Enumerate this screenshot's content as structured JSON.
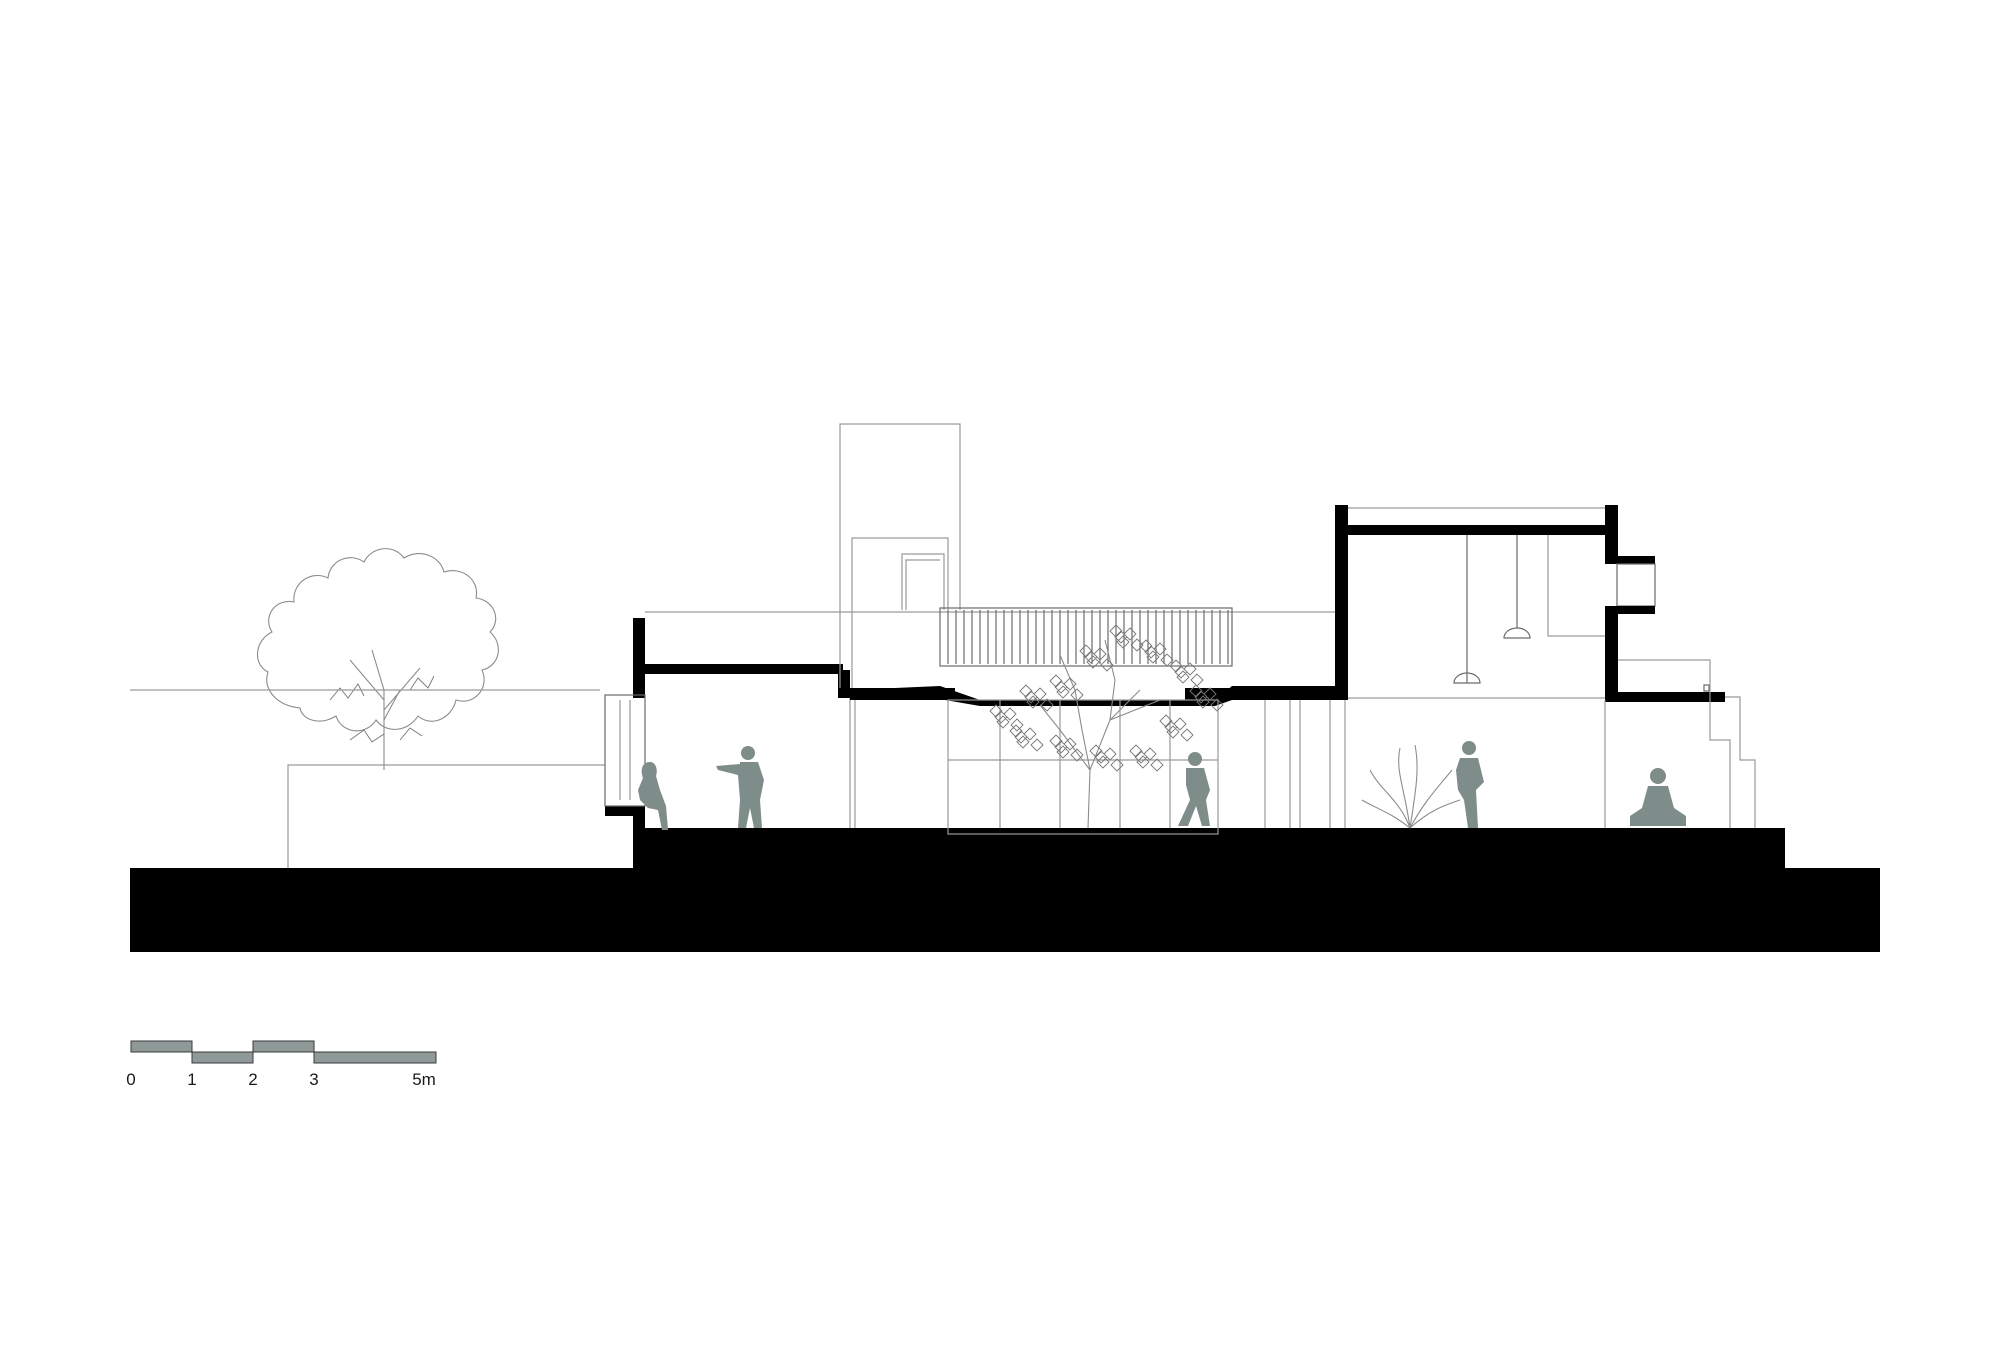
{
  "drawing": {
    "type": "architectural-section",
    "colors": {
      "cut": "#000000",
      "line": "#9a9a9a",
      "figure": "#7e8c8a",
      "scale_bar": "#8f9a98"
    }
  },
  "scale_bar": {
    "labels": [
      "0",
      "1",
      "2",
      "3",
      "5m"
    ]
  },
  "figures": [
    "person-sitting-window",
    "person-gesturing",
    "person-walking",
    "person-leaning",
    "person-seated-floor"
  ],
  "vegetation": [
    "tree-outline-left",
    "courtyard-tree",
    "shrub-right"
  ]
}
